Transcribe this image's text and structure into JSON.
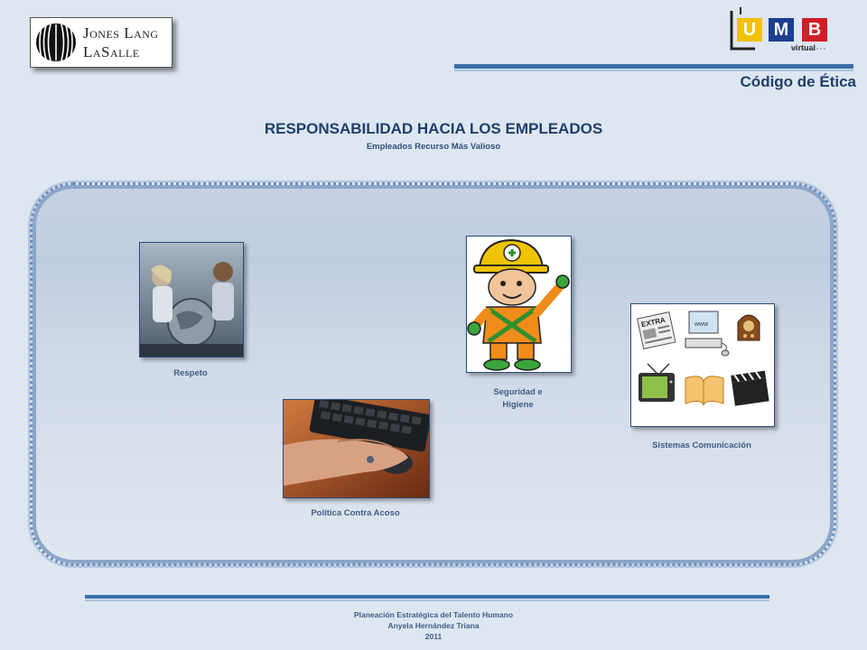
{
  "header": {
    "company_logo_text_1": "Jones Lang",
    "company_logo_text_2": "LaSalle",
    "umb_letters": [
      "U",
      "M",
      "B"
    ],
    "umb_virtual": "virtual",
    "section_title": "Código de Ética"
  },
  "main": {
    "title": "RESPONSABILIDAD HACIA LOS EMPLEADOS",
    "subtitle": "Empleados Recurso Más Valioso",
    "items": [
      {
        "label": "Respeto",
        "image": "children-globe-photo"
      },
      {
        "label": "Política Contra Acoso",
        "image": "hand-keyboard-photo"
      },
      {
        "label_line1": "Seguridad e",
        "label_line2": "Higiene",
        "image": "safety-worker-cartoon"
      },
      {
        "label": "Sistemas Comunicación",
        "image": "media-icons-collage"
      }
    ]
  },
  "footer": {
    "line1": "Planeación Estratégica del Talento Humano",
    "line2": "Anyela Hernández Triana",
    "line3": "2011"
  },
  "colors": {
    "background": "#dde6f1",
    "accent_blue": "#3c6ea8",
    "title_blue": "#1f3f6a",
    "umb_yellow": "#f2c200",
    "umb_blue": "#1b3f8f",
    "umb_red": "#d11f26"
  }
}
